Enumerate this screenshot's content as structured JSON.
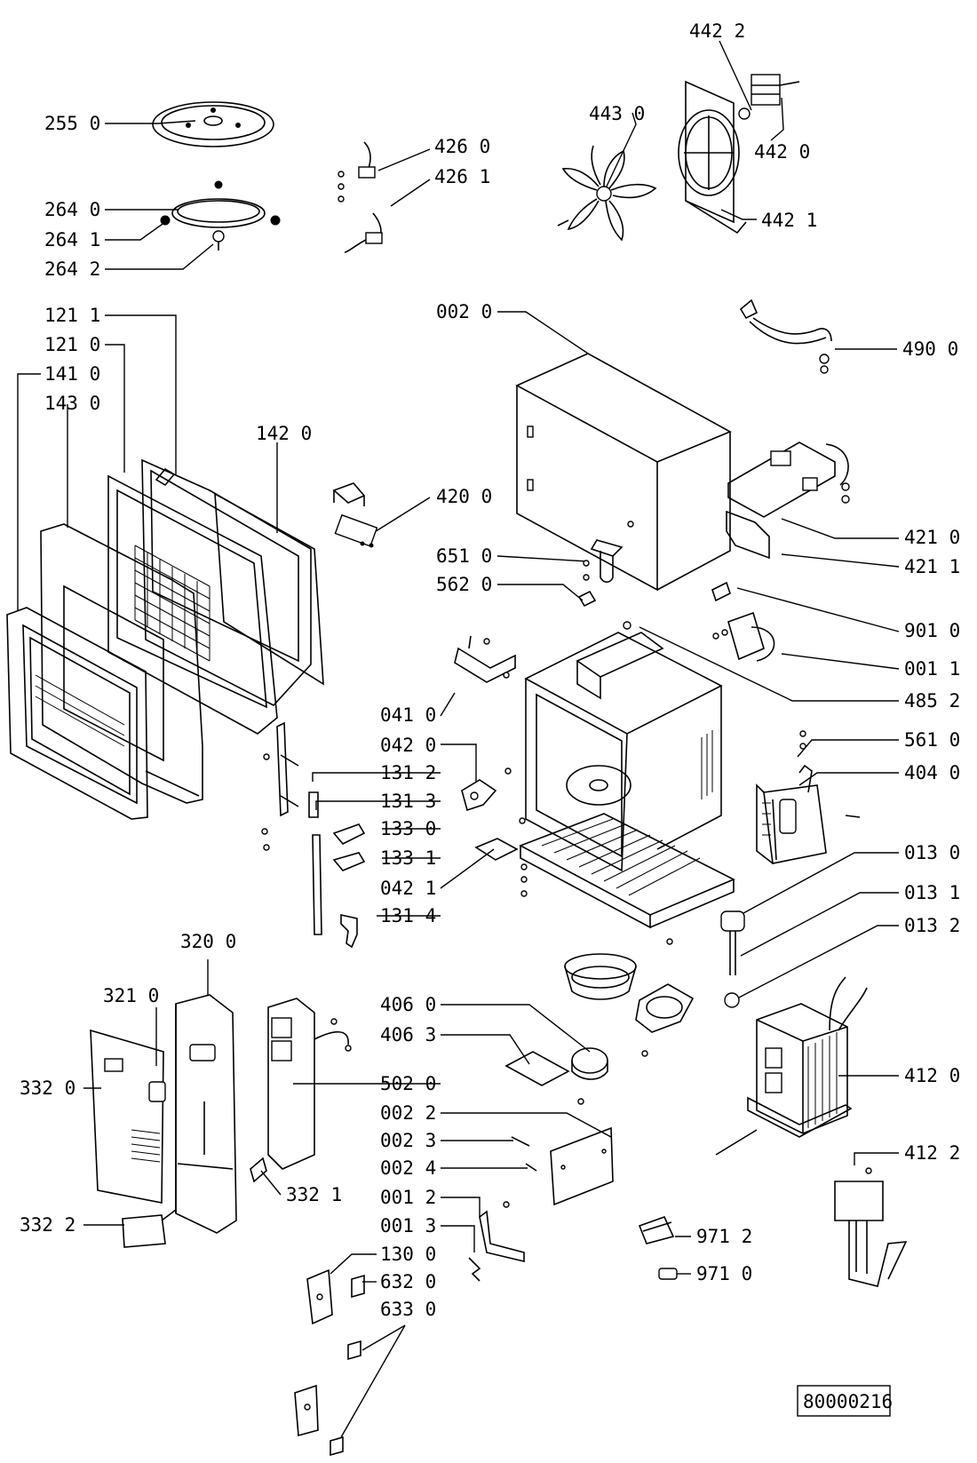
{
  "diagram_id": "80000216",
  "labels": [
    {
      "id": "l0",
      "text": "442 2"
    },
    {
      "id": "l1",
      "text": "255 0"
    },
    {
      "id": "l2",
      "text": "443 0"
    },
    {
      "id": "l3",
      "text": "442 0"
    },
    {
      "id": "l4",
      "text": "426 0"
    },
    {
      "id": "l5",
      "text": "426 1"
    },
    {
      "id": "l6",
      "text": "442 1"
    },
    {
      "id": "l7",
      "text": "264 0"
    },
    {
      "id": "l8",
      "text": "264 1"
    },
    {
      "id": "l9",
      "text": "264 2"
    },
    {
      "id": "l10",
      "text": "002 0"
    },
    {
      "id": "l11",
      "text": "121 1"
    },
    {
      "id": "l12",
      "text": "121 0"
    },
    {
      "id": "l13",
      "text": "490 0"
    },
    {
      "id": "l14",
      "text": "141 0"
    },
    {
      "id": "l15",
      "text": "143 0"
    },
    {
      "id": "l16",
      "text": "142 0"
    },
    {
      "id": "l17",
      "text": "420 0"
    },
    {
      "id": "l18",
      "text": "421 0"
    },
    {
      "id": "l19",
      "text": "651 0"
    },
    {
      "id": "l20",
      "text": "421 1"
    },
    {
      "id": "l21",
      "text": "562 0"
    },
    {
      "id": "l22",
      "text": "901 0"
    },
    {
      "id": "l23",
      "text": "001 1"
    },
    {
      "id": "l24",
      "text": "485 2"
    },
    {
      "id": "l25",
      "text": "041 0"
    },
    {
      "id": "l26",
      "text": "561 0"
    },
    {
      "id": "l27",
      "text": "042 0"
    },
    {
      "id": "l28",
      "text": "131 2"
    },
    {
      "id": "l29",
      "text": "404 0"
    },
    {
      "id": "l30",
      "text": "131 3"
    },
    {
      "id": "l31",
      "text": "133 0"
    },
    {
      "id": "l32",
      "text": "133 1"
    },
    {
      "id": "l33",
      "text": "013 0"
    },
    {
      "id": "l34",
      "text": "042 1"
    },
    {
      "id": "l35",
      "text": "013 1"
    },
    {
      "id": "l36",
      "text": "131 4"
    },
    {
      "id": "l37",
      "text": "013 2"
    },
    {
      "id": "l38",
      "text": "320 0"
    },
    {
      "id": "l39",
      "text": "321 0"
    },
    {
      "id": "l40",
      "text": "406 0"
    },
    {
      "id": "l41",
      "text": "406 3"
    },
    {
      "id": "l42",
      "text": "412 0"
    },
    {
      "id": "l43",
      "text": "332 0"
    },
    {
      "id": "l44",
      "text": "502 0"
    },
    {
      "id": "l45",
      "text": "002 2"
    },
    {
      "id": "l46",
      "text": "002 3"
    },
    {
      "id": "l47",
      "text": "002 4"
    },
    {
      "id": "l48",
      "text": "412 2"
    },
    {
      "id": "l49",
      "text": "332 1"
    },
    {
      "id": "l50",
      "text": "001 2"
    },
    {
      "id": "l51",
      "text": "332 2"
    },
    {
      "id": "l52",
      "text": "001 3"
    },
    {
      "id": "l53",
      "text": "971 2"
    },
    {
      "id": "l54",
      "text": "130 0"
    },
    {
      "id": "l55",
      "text": "971 0"
    },
    {
      "id": "l56",
      "text": "632 0"
    },
    {
      "id": "l57",
      "text": "633 0"
    }
  ]
}
